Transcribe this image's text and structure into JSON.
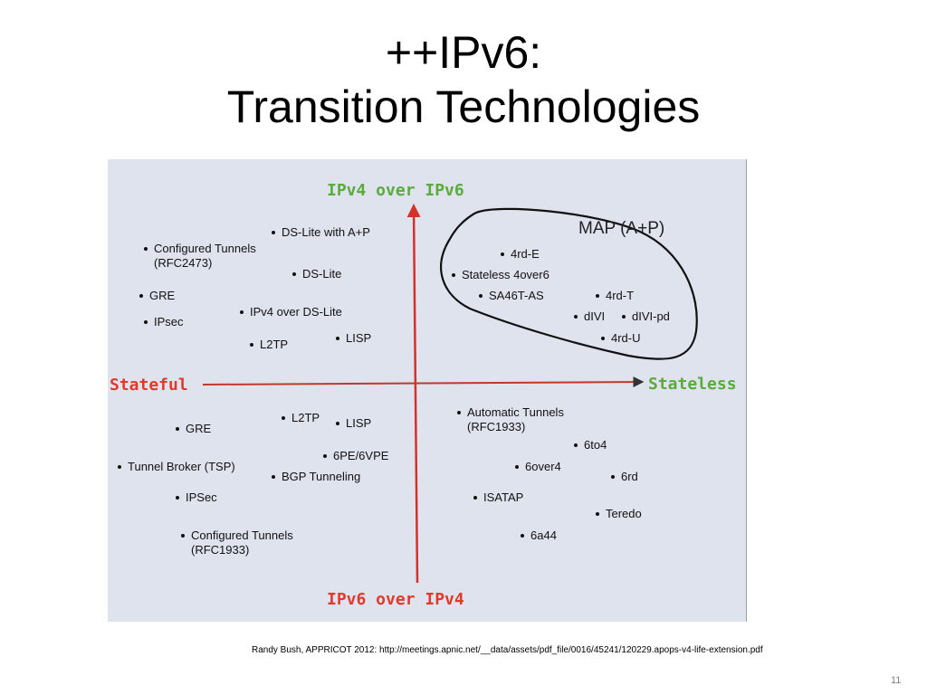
{
  "slide": {
    "title_line1": "++IPv6:",
    "title_line2": "Transition Technologies",
    "citation": "Randy Bush, APPRICOT 2012: http://meetings.apnic.net/__data/assets/pdf_file/0016/45241/120229.apops-v4-life-extension.pdf",
    "page_number": "11"
  },
  "diagram": {
    "axes": {
      "top": "IPv4 over IPv6",
      "bottom": "IPv6 over IPv4",
      "left": "Stateful",
      "right": "Stateless"
    },
    "map_group_label": "MAP (A+P)",
    "colors": {
      "background": "#dfe3ee",
      "vertical_axis": "#d4312a",
      "horizontal_axis": "#c0392b",
      "green_label": "#5aab3b",
      "red_label": "#e03a2c"
    },
    "items": {
      "q1_ds_lite_ap": "DS-Lite with A+P",
      "q1_configured_tunnels": "Configured Tunnels",
      "q1_configured_tunnels_rfc": "(RFC2473)",
      "q1_ds_lite": "DS-Lite",
      "q1_gre": "GRE",
      "q1_ipv4_over_ds_lite": "IPv4 over DS-Lite",
      "q1_ipsec": "IPsec",
      "q1_lisp": "LISP",
      "q1_l2tp": "L2TP",
      "q2_4rd_e": "4rd-E",
      "q2_stateless_4over6": "Stateless 4over6",
      "q2_sa46t_as": "SA46T-AS",
      "q2_4rd_t": "4rd-T",
      "q2_divi": "dIVI",
      "q2_divi_pd": "dIVI-pd",
      "q2_4rd_u": "4rd-U",
      "q3_l2tp": "L2TP",
      "q3_lisp": "LISP",
      "q3_gre": "GRE",
      "q3_6pe_6vpe": "6PE/6VPE",
      "q3_tunnel_broker": "Tunnel Broker (TSP)",
      "q3_bgp_tunneling": "BGP Tunneling",
      "q3_ipsec": "IPSec",
      "q3_configured_tunnels": "Configured Tunnels",
      "q3_configured_tunnels_rfc": "(RFC1933)",
      "q4_automatic_tunnels": "Automatic Tunnels",
      "q4_automatic_tunnels_rfc": "(RFC1933)",
      "q4_6to4": "6to4",
      "q4_6over4": "6over4",
      "q4_6rd": "6rd",
      "q4_isatap": "ISATAP",
      "q4_teredo": "Teredo",
      "q4_6a44": "6a44"
    }
  }
}
